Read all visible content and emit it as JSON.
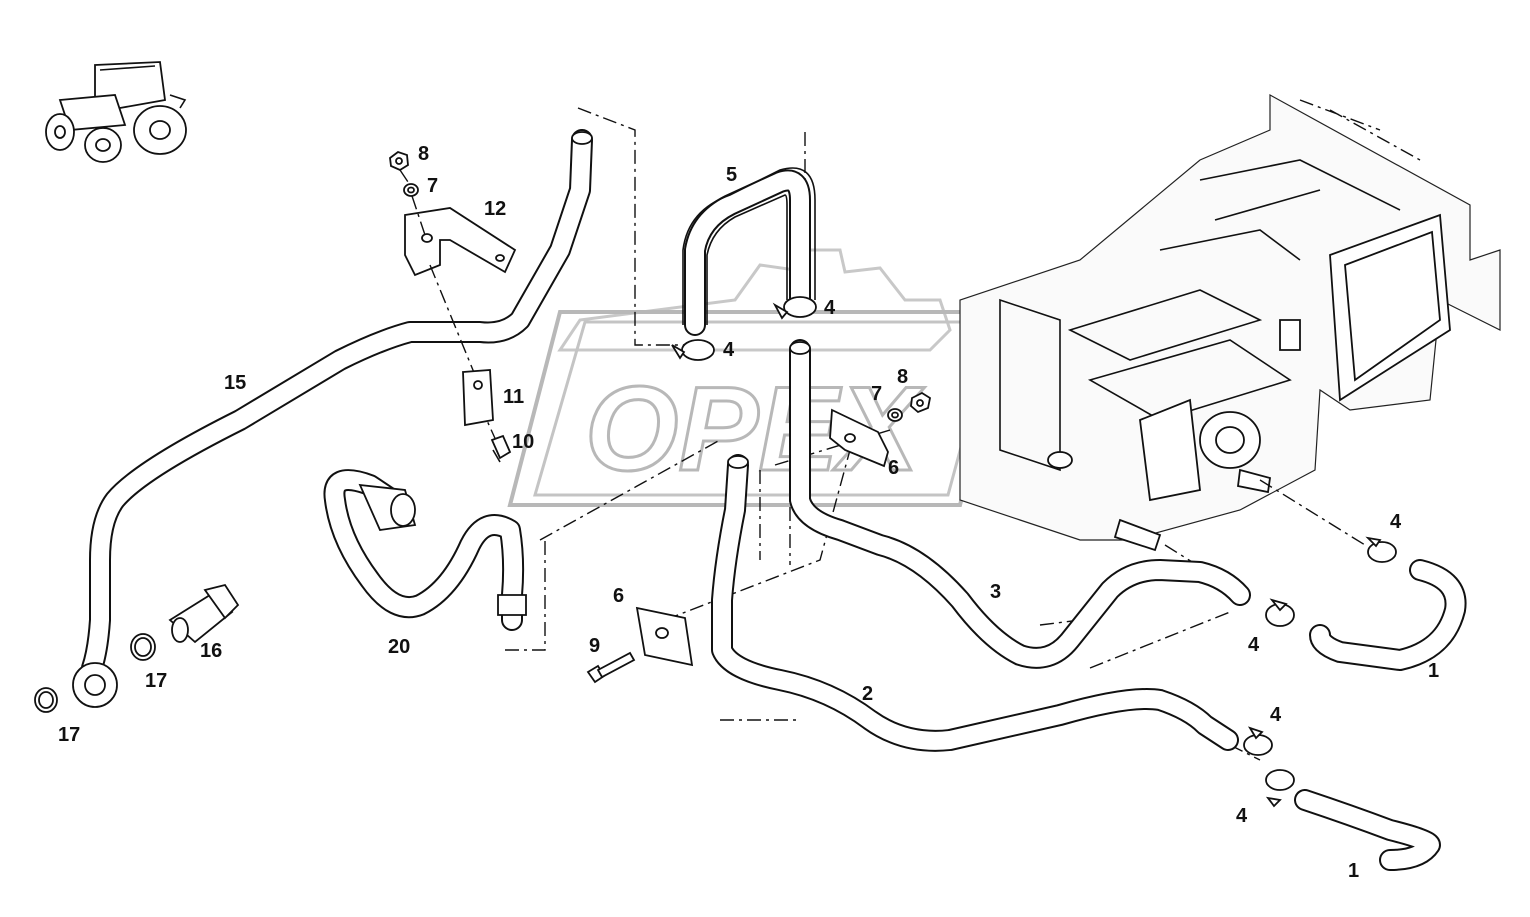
{
  "watermark": "OPEX",
  "labels": {
    "l1a": "1",
    "l1b": "1",
    "l2": "2",
    "l3": "3",
    "l4a": "4",
    "l4b": "4",
    "l4c": "4",
    "l4d": "4",
    "l4e": "4",
    "l4f": "4",
    "l5": "5",
    "l6a": "6",
    "l6b": "6",
    "l7a": "7",
    "l7b": "7",
    "l8a": "8",
    "l8b": "8",
    "l9": "9",
    "l10": "10",
    "l11": "11",
    "l12": "12",
    "l15": "15",
    "l16": "16",
    "l17a": "17",
    "l17b": "17",
    "l20": "20"
  }
}
